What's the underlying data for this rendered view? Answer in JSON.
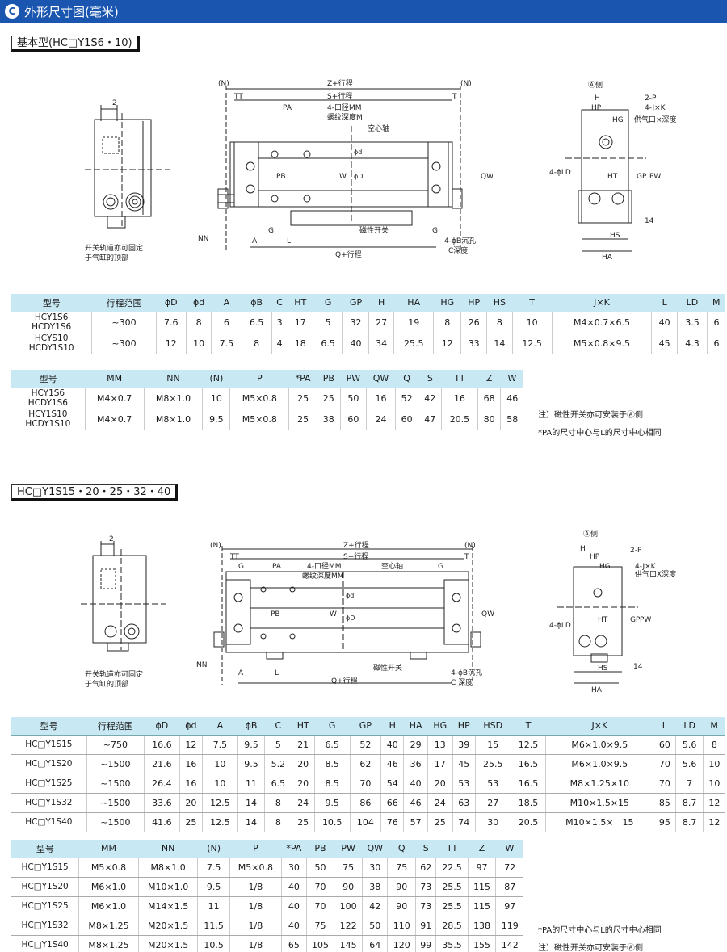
{
  "header": {
    "badge": "C",
    "title": "外形尺寸图(毫米)"
  },
  "section1": {
    "label": "基本型(HC□Y1S6・10)",
    "side_texts": [
      "2",
      "开关轨道亦可固定",
      "于气缸的顶部"
    ],
    "main_texts": [
      "(N)",
      "Z+行程",
      "(N)",
      "TT",
      "S+行程",
      "T",
      "PA",
      "4-口径MM",
      "螺纹深度M",
      "空心轴",
      "ϕd",
      "PB",
      "W",
      "ϕD",
      "QW",
      "NN",
      "A",
      "G",
      "L",
      "磁性开关",
      "G",
      "4-ϕB沉孔",
      "C深度",
      "Q+行程"
    ],
    "end_texts": [
      "Ⓐ侧",
      "H",
      "HP",
      "2-P",
      "4-J×K",
      "HG",
      "供气口×深度",
      "4-ϕLD",
      "HT",
      "GP",
      "PW",
      "14",
      "HS",
      "HA"
    ],
    "table1": {
      "headers": [
        "型号",
        "行程范围",
        "ϕD",
        "ϕd",
        "A",
        "ϕB",
        "C",
        "HT",
        "G",
        "GP",
        "H",
        "HA",
        "HG",
        "HP",
        "HS",
        "T",
        "J×K",
        "L",
        "LD",
        "M"
      ],
      "rows": [
        [
          "HCY1S6\nHCDY1S6",
          "~300",
          "7.6",
          "8",
          "6",
          "6.5",
          "3",
          "17",
          "5",
          "32",
          "27",
          "19",
          "8",
          "26",
          "8",
          "10",
          "M4×0.7×6.5",
          "40",
          "3.5",
          "6"
        ],
        [
          "HCYS10\nHCDY1S10",
          "~300",
          "12",
          "10",
          "7.5",
          "8",
          "4",
          "18",
          "6.5",
          "40",
          "34",
          "25.5",
          "12",
          "33",
          "14",
          "12.5",
          "M5×0.8×9.5",
          "45",
          "4.3",
          "6"
        ]
      ]
    },
    "table2": {
      "headers": [
        "型号",
        "MM",
        "NN",
        "(N)",
        "P",
        "*PA",
        "PB",
        "PW",
        "QW",
        "Q",
        "S",
        "TT",
        "Z",
        "W"
      ],
      "rows": [
        [
          "HCY1S6\nHCDY1S6",
          "M4×0.7",
          "M8×1.0",
          "10",
          "M5×0.8",
          "25",
          "25",
          "50",
          "16",
          "52",
          "42",
          "16",
          "68",
          "46"
        ],
        [
          "HCY1S10\nHCDY1S10",
          "M4×0.7",
          "M8×1.0",
          "9.5",
          "M5×0.8",
          "25",
          "38",
          "60",
          "24",
          "60",
          "47",
          "20.5",
          "80",
          "58"
        ]
      ]
    },
    "notes": [
      "注）磁性开关亦可安装于Ⓐ侧",
      "*PA的尺寸中心与L的尺寸中心相同"
    ]
  },
  "section2": {
    "label": "HC□Y1S15・20・25・32・40",
    "side_texts": [
      "2",
      "开关轨道亦可固定",
      "于气缸的顶部"
    ],
    "main_texts": [
      "(N)",
      "Z+行程",
      "(N)",
      "TT",
      "S+行程",
      "T",
      "G",
      "PA",
      "4-口径MM",
      "螺纹深度MM",
      "空心轴",
      "G",
      "ϕd",
      "PB",
      "W",
      "ϕD",
      "QW",
      "NN",
      "A",
      "L",
      "磁性开关",
      "4-ϕB沉孔",
      "C 深度",
      "Q+行程"
    ],
    "end_texts": [
      "Ⓐ侧",
      "H",
      "HP",
      "2-P",
      "HG",
      "4-J×K",
      "供气口X深度",
      "4-ϕLD",
      "HT",
      "GP",
      "PW",
      "14",
      "HS",
      "HA"
    ],
    "table1": {
      "headers": [
        "型号",
        "行程范围",
        "ϕD",
        "ϕd",
        "A",
        "ϕB",
        "C",
        "HT",
        "G",
        "GP",
        "H",
        "HA",
        "HG",
        "HP",
        "HSD",
        "T",
        "J×K",
        "L",
        "LD",
        "M"
      ],
      "rows": [
        [
          "HC□Y1S15",
          "~750",
          "16.6",
          "12",
          "7.5",
          "9.5",
          "5",
          "21",
          "6.5",
          "52",
          "40",
          "29",
          "13",
          "39",
          "15",
          "12.5",
          "M6×1.0×9.5",
          "60",
          "5.6",
          "8"
        ],
        [
          "HC□Y1S20",
          "~1500",
          "21.6",
          "16",
          "10",
          "9.5",
          "5.2",
          "20",
          "8.5",
          "62",
          "46",
          "36",
          "17",
          "45",
          "25.5",
          "16.5",
          "M6×1.0×9.5",
          "70",
          "5.6",
          "10"
        ],
        [
          "HC□Y1S25",
          "~1500",
          "26.4",
          "16",
          "10",
          "11",
          "6.5",
          "20",
          "8.5",
          "70",
          "54",
          "40",
          "20",
          "53",
          "53",
          "16.5",
          "M8×1.25×10",
          "70",
          "7",
          "10"
        ],
        [
          "HC□Y1S32",
          "~1500",
          "33.6",
          "20",
          "12.5",
          "14",
          "8",
          "24",
          "9.5",
          "86",
          "66",
          "46",
          "24",
          "63",
          "27",
          "18.5",
          "M10×1.5×15",
          "85",
          "8.7",
          "12"
        ],
        [
          "HC□Y1S40",
          "~1500",
          "41.6",
          "25",
          "12.5",
          "14",
          "8",
          "25",
          "10.5",
          "104",
          "76",
          "57",
          "25",
          "74",
          "30",
          "20.5",
          "M10×1.5×　15",
          "95",
          "8.7",
          "12"
        ]
      ]
    },
    "table2": {
      "headers": [
        "型号",
        "MM",
        "NN",
        "(N)",
        "P",
        "*PA",
        "PB",
        "PW",
        "QW",
        "Q",
        "S",
        "TT",
        "Z",
        "W"
      ],
      "rows": [
        [
          "HC□Y1S15",
          "M5×0.8",
          "M8×1.0",
          "7.5",
          "M5×0.8",
          "30",
          "50",
          "75",
          "30",
          "75",
          "62",
          "22.5",
          "97",
          "72"
        ],
        [
          "HC□Y1S20",
          "M6×1.0",
          "M10×1.0",
          "9.5",
          "1/8",
          "40",
          "70",
          "90",
          "38",
          "90",
          "73",
          "25.5",
          "115",
          "87"
        ],
        [
          "HC□Y1S25",
          "M6×1.0",
          "M14×1.5",
          "11",
          "1/8",
          "40",
          "70",
          "100",
          "42",
          "90",
          "73",
          "25.5",
          "115",
          "97"
        ],
        [
          "HC□Y1S32",
          "M8×1.25",
          "M20×1.5",
          "11.5",
          "1/8",
          "40",
          "75",
          "122",
          "50",
          "110",
          "91",
          "28.5",
          "138",
          "119"
        ],
        [
          "HC□Y1S40",
          "M8×1.25",
          "M20×1.5",
          "10.5",
          "1/8",
          "65",
          "105",
          "145",
          "64",
          "120",
          "99",
          "35.5",
          "155",
          "142"
        ]
      ]
    },
    "notes": [
      "*PA的尺寸中心与L的尺寸中心相同",
      "注）磁性开关亦可安装于Ⓐ侧"
    ]
  }
}
